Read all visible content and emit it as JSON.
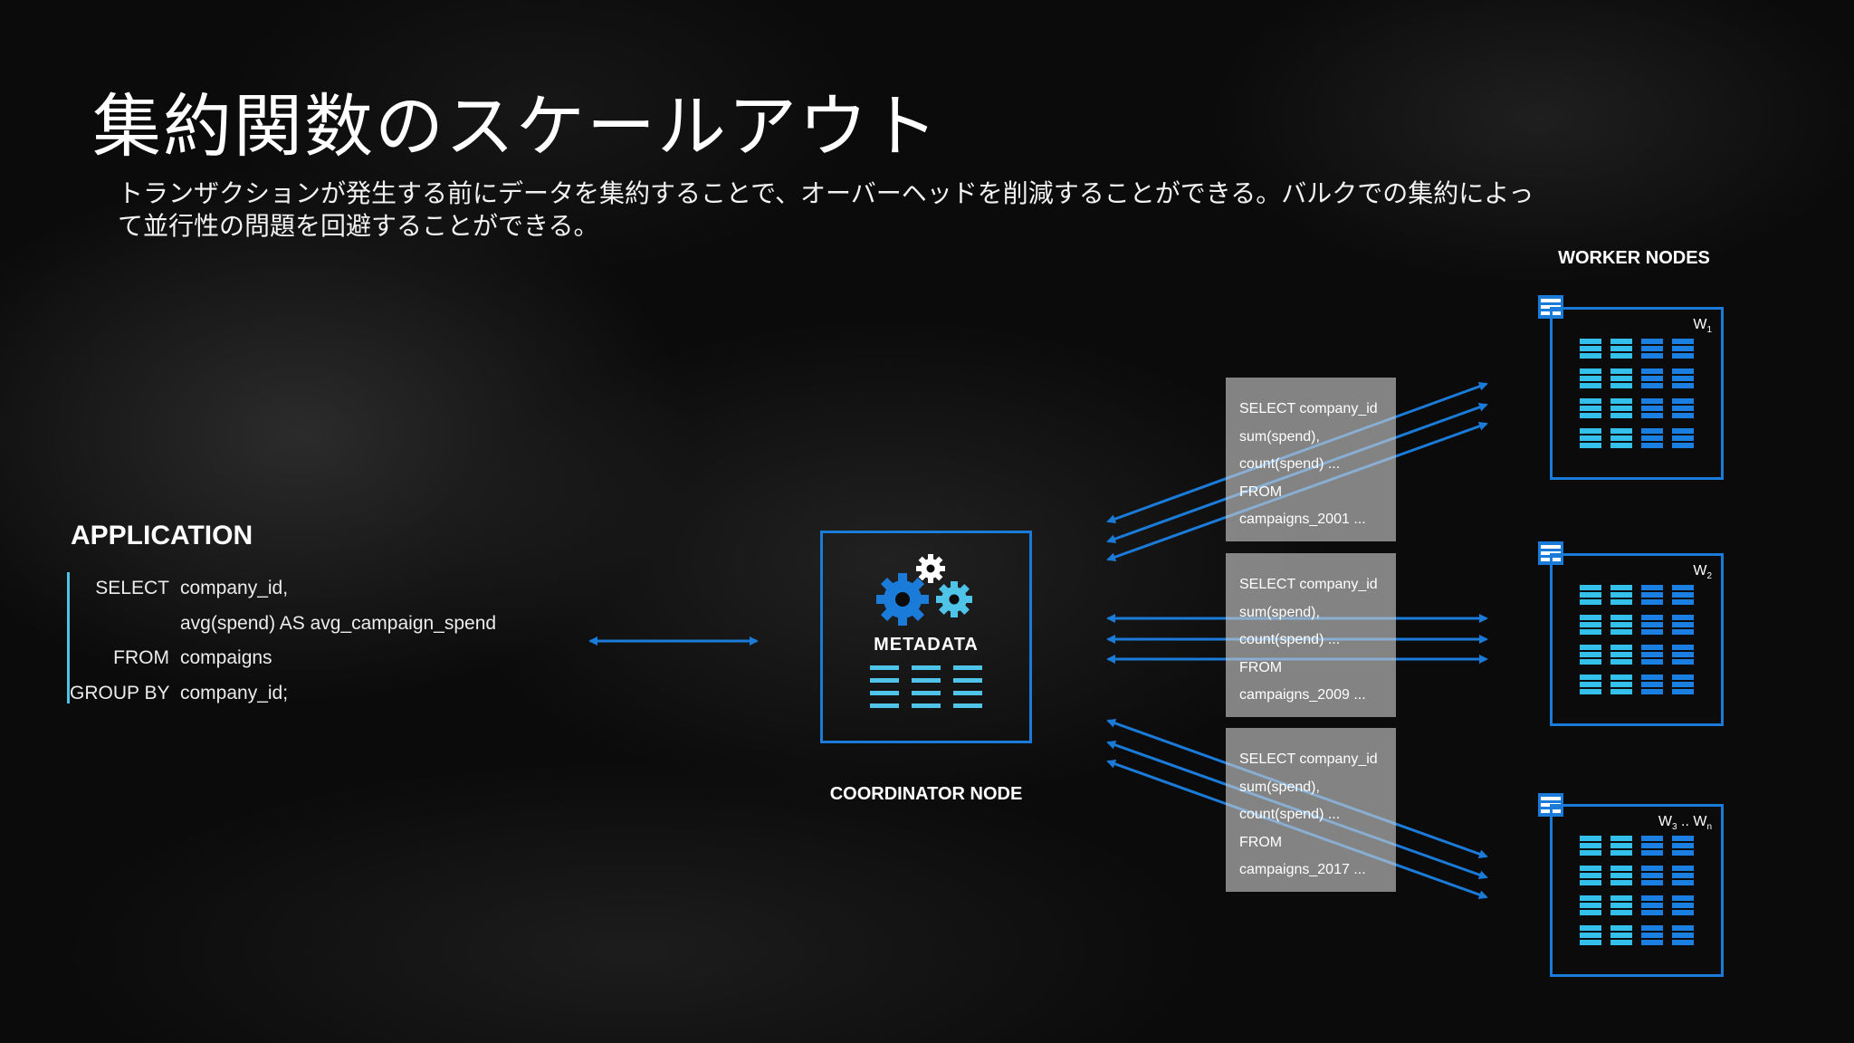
{
  "slide": {
    "title": "集約関数のスケールアウト",
    "subtitle": "トランザクションが発生する前にデータを集約することで、オーバーヘッドを削減することができる。バルクでの集約によって並行性の問題を回避することができる。"
  },
  "application": {
    "label": "APPLICATION",
    "query_lines": [
      {
        "keyword": "SELECT",
        "value": "company_id,"
      },
      {
        "keyword": "",
        "value": "avg(spend) AS avg_campaign_spend"
      },
      {
        "keyword": "FROM",
        "value": "compaigns"
      },
      {
        "keyword": "GROUP BY",
        "value": "company_id;"
      }
    ]
  },
  "coordinator": {
    "metadata_label": "METADATA",
    "label": "COORDINATOR NODE"
  },
  "fragment_queries": [
    {
      "lines": [
        "SELECT company_id",
        "sum(spend),",
        "count(spend) ...",
        "FROM",
        "campaigns_2001 ..."
      ]
    },
    {
      "lines": [
        "SELECT company_id",
        "sum(spend),",
        "count(spend) ...",
        "FROM",
        "campaigns_2009 ..."
      ]
    },
    {
      "lines": [
        "SELECT company_id",
        "sum(spend),",
        "count(spend) ...",
        "FROM",
        "campaigns_2017 ..."
      ]
    }
  ],
  "workers": {
    "title": "WORKER NODES",
    "nodes": [
      {
        "label": "W",
        "sub": "1",
        "suffix": "",
        "suffix_sub": ""
      },
      {
        "label": "W",
        "sub": "2",
        "suffix": "",
        "suffix_sub": ""
      },
      {
        "label": "W",
        "sub": "3",
        "suffix": " .. W",
        "suffix_sub": "n"
      }
    ]
  },
  "colors": {
    "accent_blue": "#1b7bd8",
    "accent_cyan": "#4fc3e8",
    "table_cyan": "#33c1ec",
    "table_blue": "#1a7fe0",
    "query_box": "#cdcdcd"
  }
}
